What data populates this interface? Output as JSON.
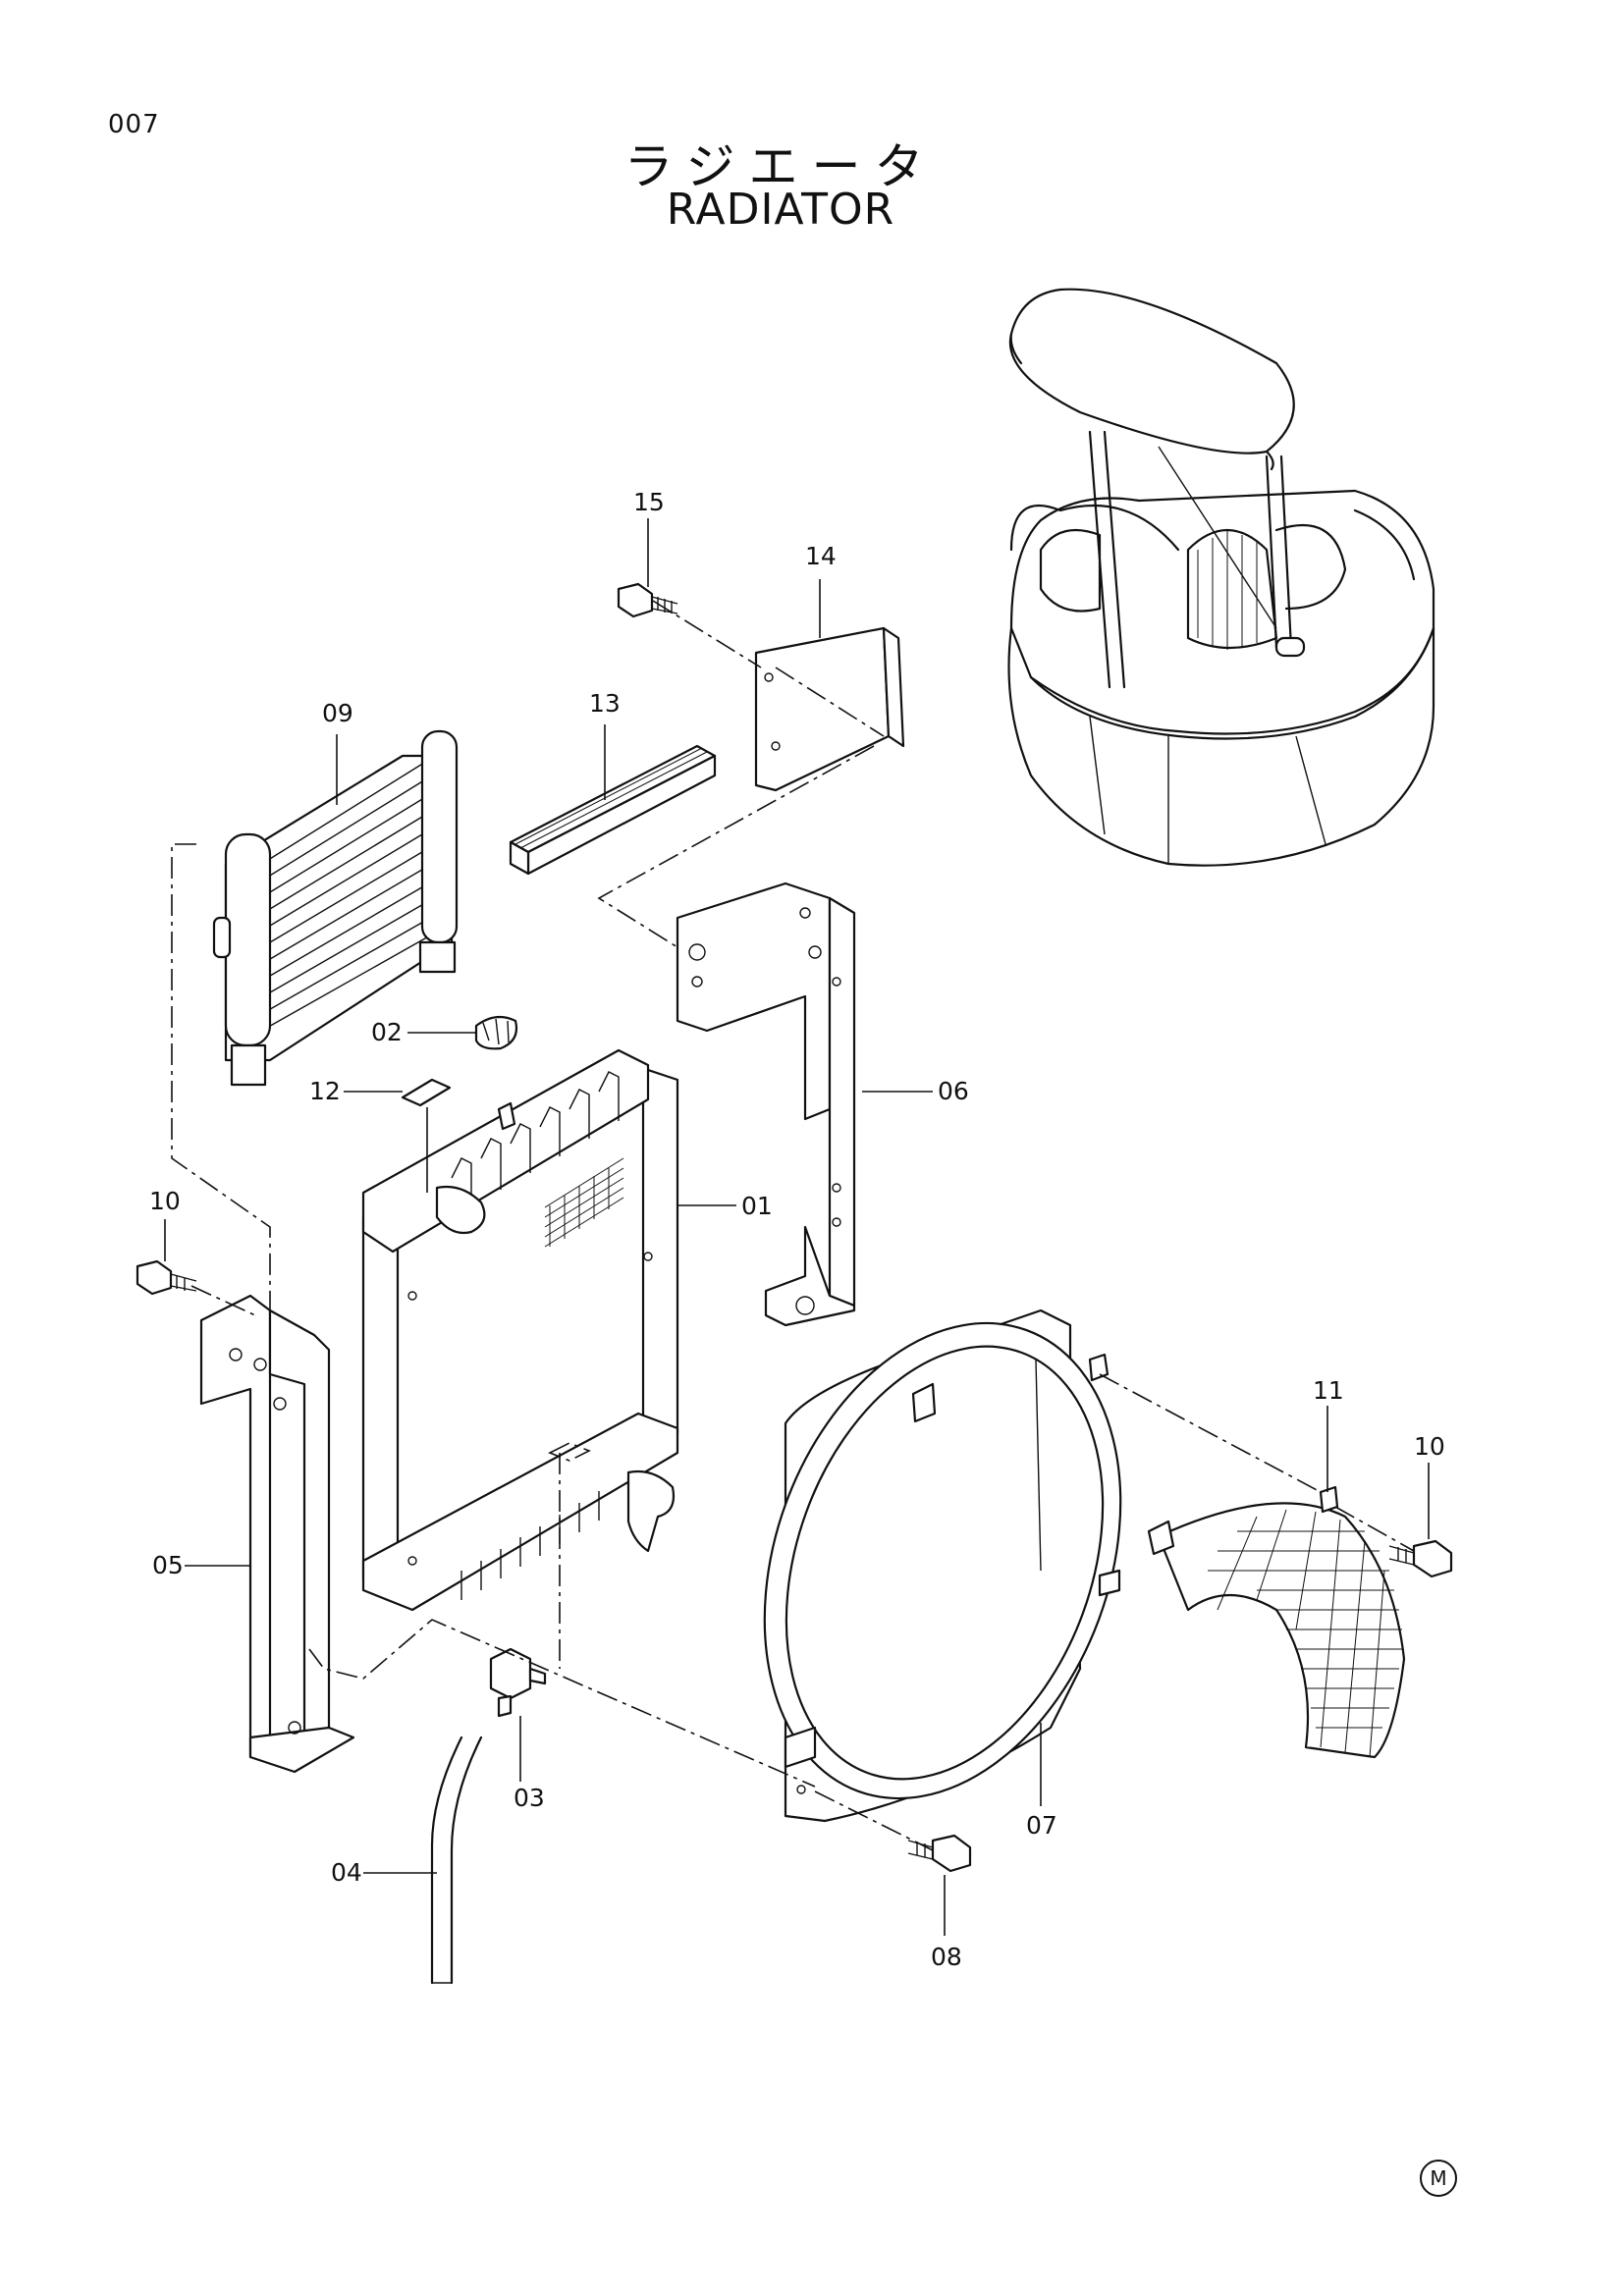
{
  "page_number": "007",
  "title_jp": "ラジエータ",
  "title_en": "RADIATOR",
  "corner_mark": "M",
  "callouts": {
    "c01": "01",
    "c02": "02",
    "c03": "03",
    "c04": "04",
    "c05": "05",
    "c06": "06",
    "c07": "07",
    "c08": "08",
    "c09": "09",
    "c10a": "10",
    "c10b": "10",
    "c11": "11",
    "c12": "12",
    "c13": "13",
    "c14": "14",
    "c15": "15"
  }
}
